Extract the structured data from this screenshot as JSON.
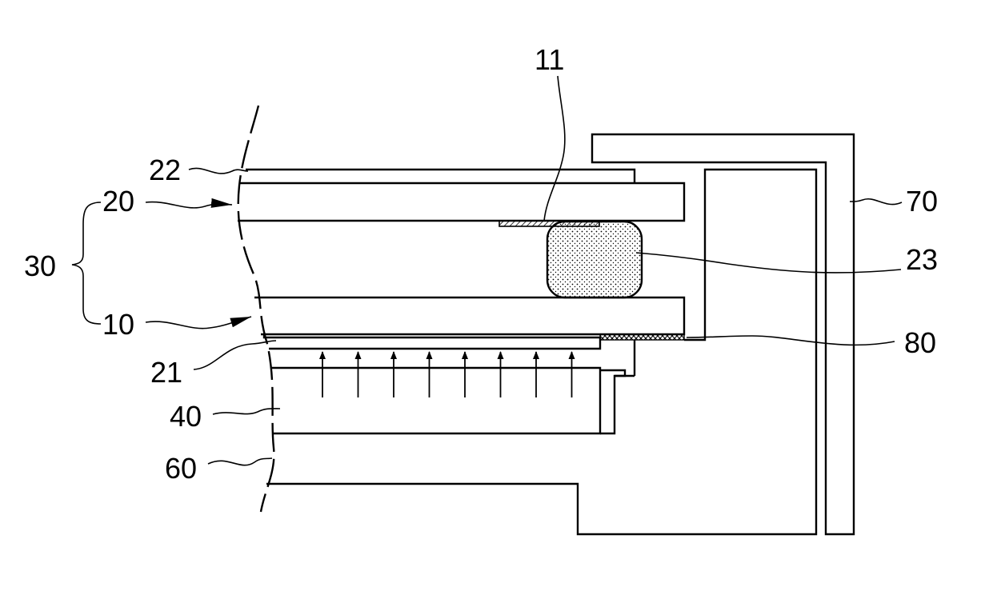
{
  "figure": {
    "labels": {
      "l11": "11",
      "l22": "22",
      "l20": "20",
      "l30": "30",
      "l10": "10",
      "l21": "21",
      "l40": "40",
      "l60": "60",
      "l70": "70",
      "l23": "23",
      "l80": "80"
    },
    "light_arrow_count": 8,
    "colors": {
      "line": "#000000",
      "background": "#ffffff"
    }
  }
}
